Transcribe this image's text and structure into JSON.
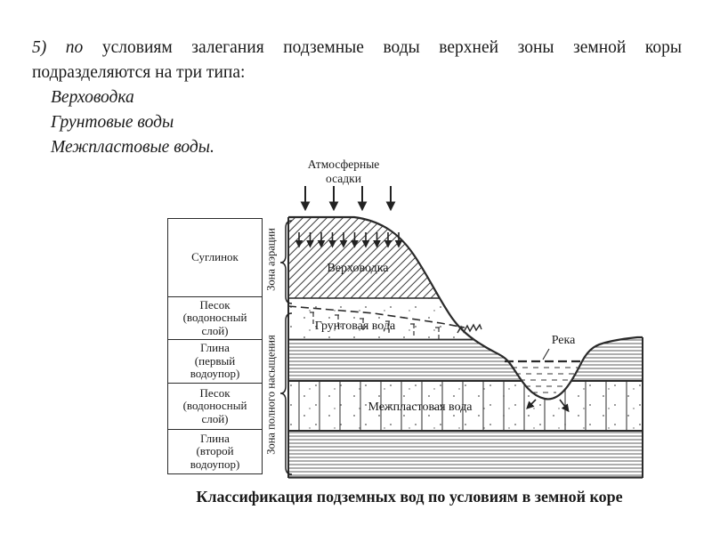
{
  "intro": {
    "prefix_italic": "5) по",
    "line1_rest": "условиям залегания подземные воды верхней зоны земной коры",
    "line2": "подразделяются на три типа:",
    "items": [
      "Верховодка",
      "Грунтовые воды",
      "Межпластовые воды."
    ]
  },
  "diagram": {
    "precipitation_label": "Атмосферные\nосадки",
    "left_column": {
      "layers": [
        "Суглинок",
        "Песок\n(водоносный\nслой)",
        "Глина\n(первый\nводоупор)",
        "Песок\n(водоносный\nслой)",
        "Глина\n(второй\nводоупор)"
      ]
    },
    "zones": {
      "aeration": "Зона аэрации",
      "saturation": "Зона полного насыщения"
    },
    "water_labels": {
      "perched": "Верховодка",
      "ground": "Грунтовая вода",
      "interstratal": "Межпластовая вода",
      "river": "Река"
    }
  },
  "caption": "Классификация подземных вод  по условиям в земной коре",
  "colors": {
    "ink": "#1a1a1a",
    "line": "#2a2a2a",
    "background": "#ffffff"
  }
}
